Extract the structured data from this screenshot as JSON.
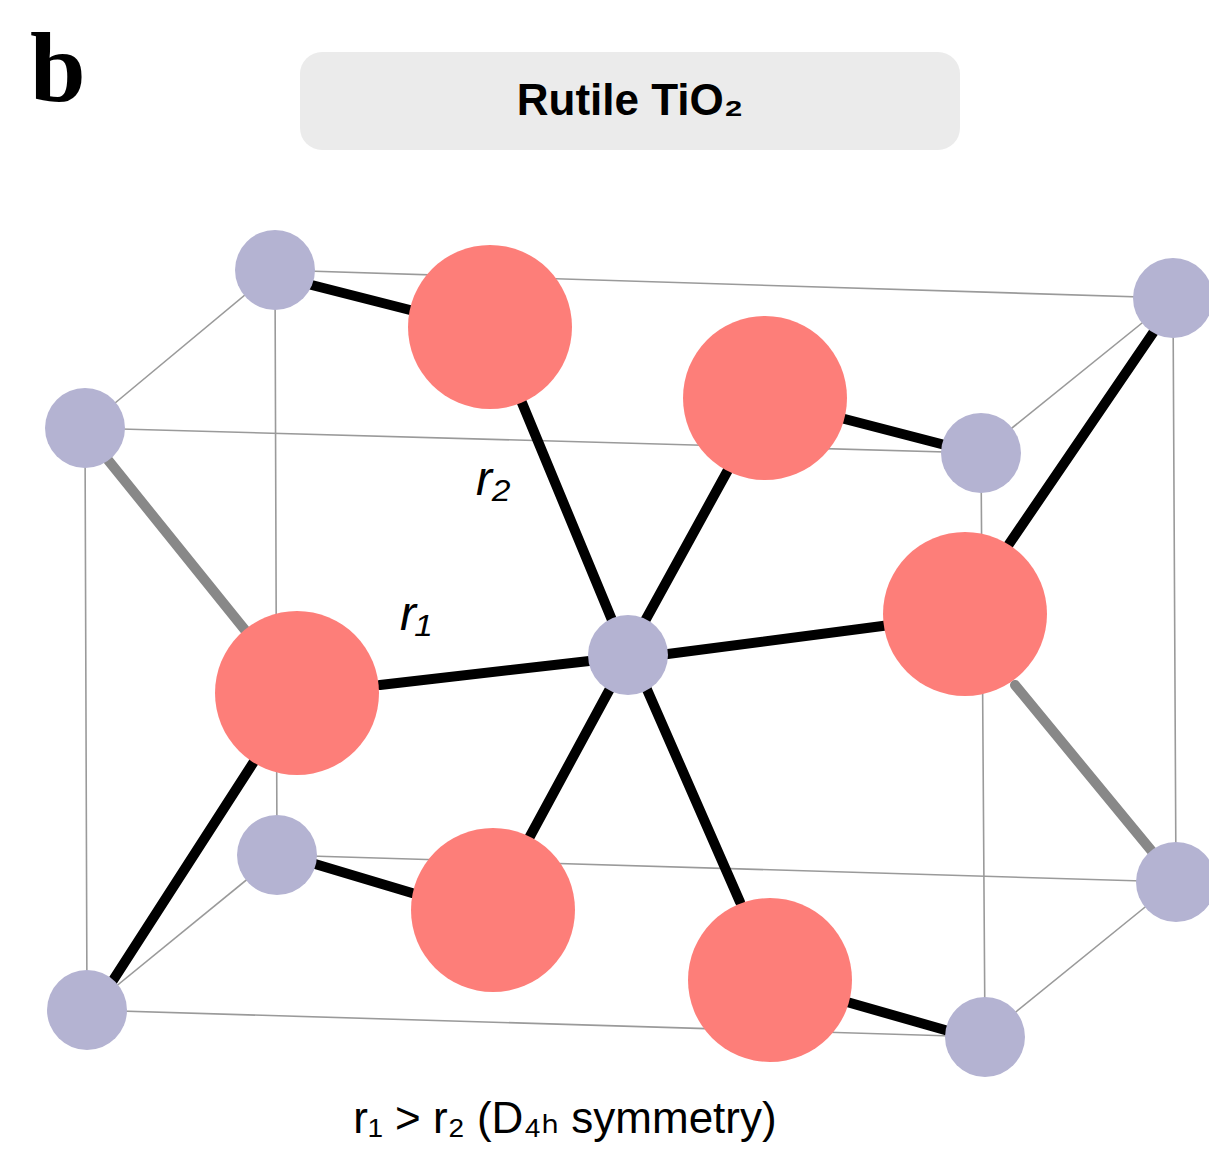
{
  "diagram": {
    "title": "Rutile TiO₂",
    "caption": "r₁ > r₂ (D₄ₕ symmetry)",
    "labels": [
      "b",
      "r₂",
      "r₁"
    ]
  }
}
